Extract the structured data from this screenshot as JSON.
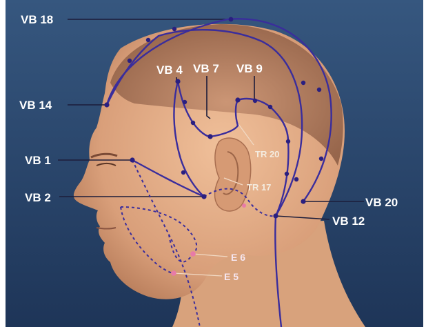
{
  "diagram": {
    "colors": {
      "background_top": "#2f4f78",
      "background_bottom": "#1f3a5e",
      "skin": "#e8b48e",
      "meridian_line": "#3a2d9c",
      "leader_line": "#1c1c3a",
      "point_marker": "#2a1f80",
      "stomach_point": "#e87aa8"
    },
    "labels": {
      "vb18": "VB 18",
      "vb14": "VB 14",
      "vb1": "VB 1",
      "vb2": "VB 2",
      "vb4": "VB 4",
      "vb7": "VB 7",
      "vb9": "VB 9",
      "tr20": "TR 20",
      "tr17": "TR 17",
      "vb20": "VB 20",
      "vb12": "VB 12",
      "e6": "E 6",
      "e5": "E 5"
    }
  }
}
